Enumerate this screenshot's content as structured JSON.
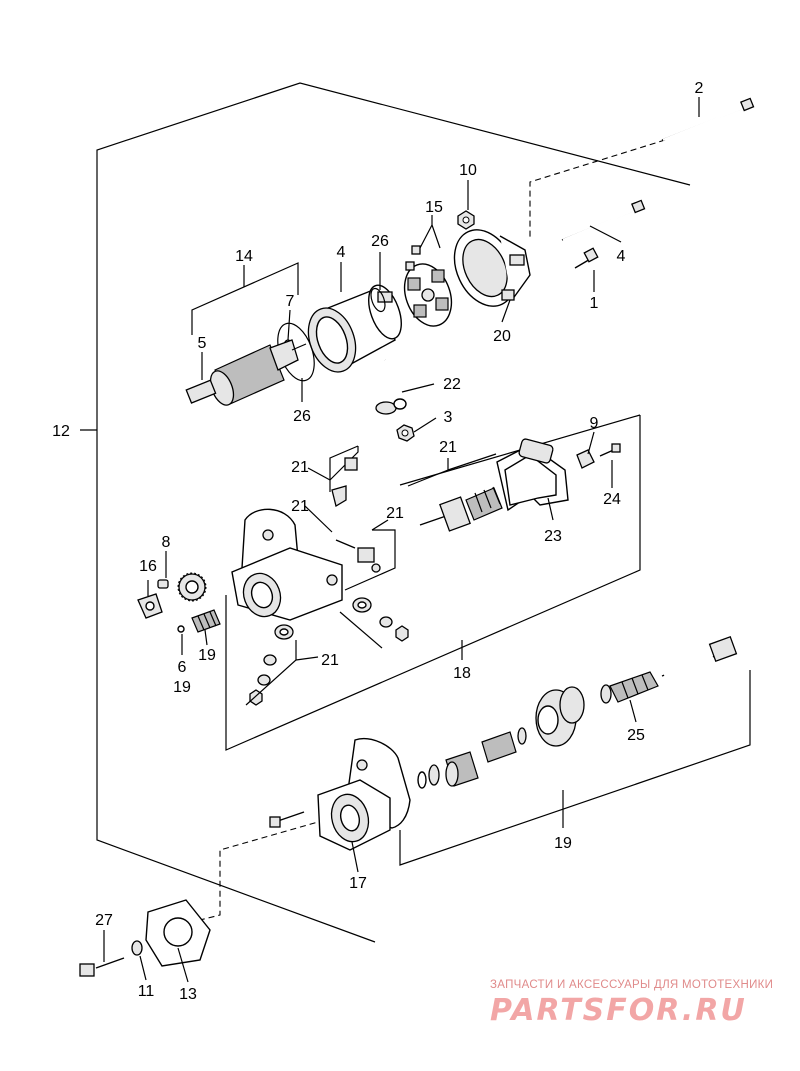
{
  "callouts": {
    "c1": "1",
    "c2": "2",
    "c3": "3",
    "c4a": "4",
    "c4b": "4",
    "c5": "5",
    "c6": "6",
    "c7": "7",
    "c8": "8",
    "c9": "9",
    "c10": "10",
    "c11": "11",
    "c12": "12",
    "c13": "13",
    "c14": "14",
    "c15": "15",
    "c16": "16",
    "c17": "17",
    "c18": "18",
    "c19a": "19",
    "c19b": "19",
    "c19c": "19",
    "c20": "20",
    "c21a": "21",
    "c21b": "21",
    "c21c": "21",
    "c21d": "21",
    "c21e": "21",
    "c22": "22",
    "c23": "23",
    "c24": "24",
    "c25": "25",
    "c26a": "26",
    "c26b": "26",
    "c27": "27"
  },
  "watermark": {
    "tagline": "ЗАПЧАСТИ И АКСЕССУАРЫ ДЛЯ МОТОТЕХНИКИ",
    "brand": "PARTSFOR.RU"
  }
}
